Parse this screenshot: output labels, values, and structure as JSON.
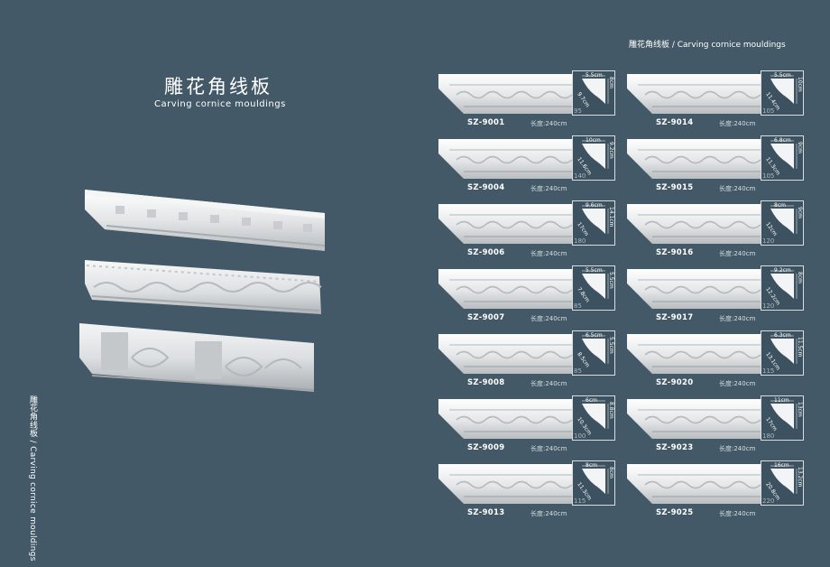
{
  "left": {
    "title": "雕花角线板",
    "subtitle": "Carving cornice mouldings",
    "side_caption": "雕花角线板 / Carving cornice mouldings"
  },
  "right": {
    "header": "雕花角线板 / Carving cornice mouldings"
  },
  "products": [
    {
      "code": "SZ-9001",
      "length": "长度:240cm",
      "w": "5.5cm",
      "h": "8cm",
      "diag": "9.7cm",
      "angle": "95"
    },
    {
      "code": "SZ-9014",
      "length": "长度:240cm",
      "w": "5.5cm",
      "h": "10cm",
      "diag": "11.4cm",
      "angle": "105"
    },
    {
      "code": "SZ-9004",
      "length": "长度:240cm",
      "w": "10cm",
      "h": "9.2cm",
      "diag": "11.6cm",
      "angle": "140"
    },
    {
      "code": "SZ-9015",
      "length": "长度:240cm",
      "w": "6.8cm",
      "h": "9cm",
      "diag": "11.3cm",
      "angle": "105"
    },
    {
      "code": "SZ-9006",
      "length": "长度:240cm",
      "w": "9.6cm",
      "h": "14.1cm",
      "diag": "17cm",
      "angle": "180"
    },
    {
      "code": "SZ-9016",
      "length": "长度:240cm",
      "w": "8cm",
      "h": "9cm",
      "diag": "12cm",
      "angle": "120"
    },
    {
      "code": "SZ-9007",
      "length": "长度:240cm",
      "w": "5.5cm",
      "h": "5.5cm",
      "diag": "7.8cm",
      "angle": "85"
    },
    {
      "code": "SZ-9017",
      "length": "长度:240cm",
      "w": "9.2cm",
      "h": "8cm",
      "diag": "12.2cm",
      "angle": "120"
    },
    {
      "code": "SZ-9008",
      "length": "长度:240cm",
      "w": "6.5cm",
      "h": "5.5cm",
      "diag": "8.5cm",
      "angle": "85"
    },
    {
      "code": "SZ-9020",
      "length": "长度:240cm",
      "w": "6.3cm",
      "h": "11.5cm",
      "diag": "13.1cm",
      "angle": "115"
    },
    {
      "code": "SZ-9009",
      "length": "长度:240cm",
      "w": "6cm",
      "h": "8.8cm",
      "diag": "10.3cm",
      "angle": "100"
    },
    {
      "code": "SZ-9023",
      "length": "长度:240cm",
      "w": "11cm",
      "h": "13cm",
      "diag": "17cm",
      "angle": "180"
    },
    {
      "code": "SZ-9013",
      "length": "长度:240cm",
      "w": "8cm",
      "h": "8cm",
      "diag": "11.3cm",
      "angle": "115"
    },
    {
      "code": "SZ-9025",
      "length": "长度:240cm",
      "w": "16cm",
      "h": "13.2cm",
      "diag": "20.8cm",
      "angle": "220"
    }
  ]
}
